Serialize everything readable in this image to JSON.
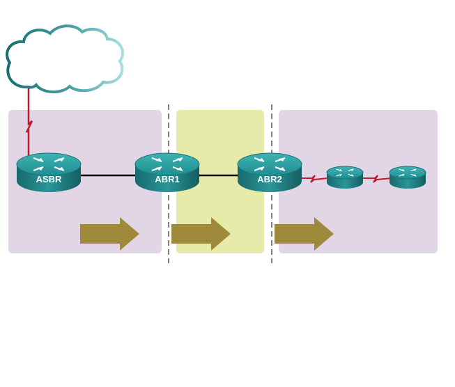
{
  "colors": {
    "area_purple": "#e2d6e6",
    "area_yellow": "#e6eba9",
    "router_top": "#2a9a9c",
    "router_side": "#1a6f72",
    "router_shadow": "#0f4e50",
    "arrow_olive": "#9e8a3a",
    "link_black": "#000000",
    "serial_red": "#c0182f",
    "cloud_stroke_dark": "#1a6e72",
    "cloud_stroke_light": "#7fc6c6",
    "boundary_dash": "#7f7f7f"
  },
  "routers": [
    {
      "id": "asbr",
      "label": "ASBR",
      "icon": "router-icon"
    },
    {
      "id": "abr1",
      "label": "ABR1",
      "icon": "router-icon"
    },
    {
      "id": "abr2",
      "label": "ABR2",
      "icon": "router-icon"
    },
    {
      "id": "r4",
      "label": "",
      "icon": "router-icon"
    },
    {
      "id": "r5",
      "label": "",
      "icon": "router-icon"
    }
  ],
  "cloud": {
    "icon": "cloud-icon"
  }
}
